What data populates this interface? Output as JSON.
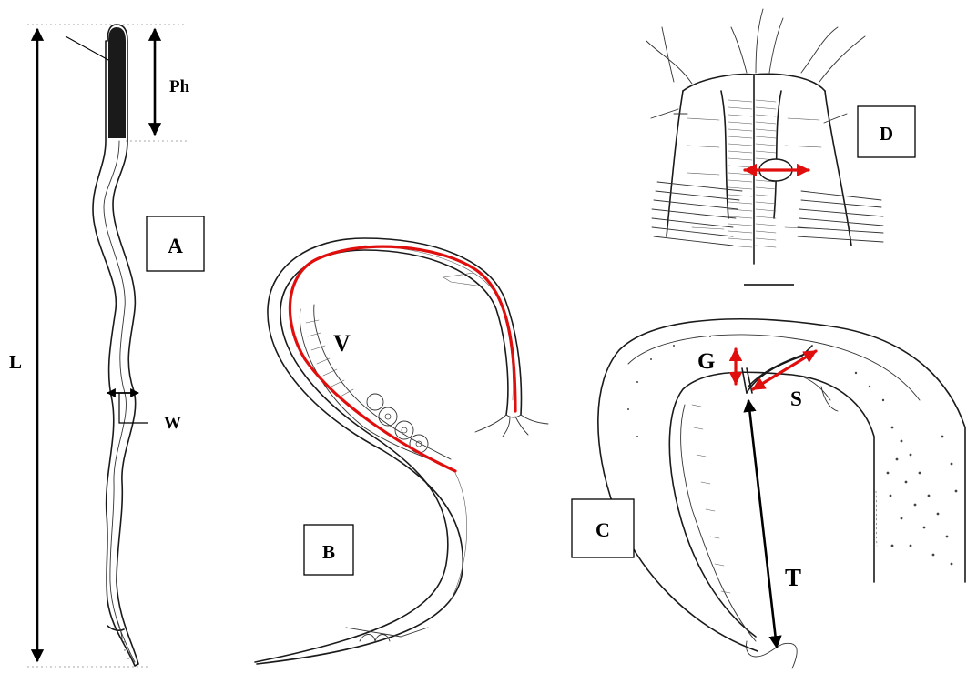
{
  "panels": {
    "a": {
      "label": "A",
      "measures": {
        "length": "L",
        "pharynx": "Ph",
        "width": "W"
      }
    },
    "b": {
      "label": "B",
      "measures": {
        "vulva": "V"
      }
    },
    "c": {
      "label": "C",
      "measures": {
        "gubernaculum": "G",
        "spicule": "S",
        "tail": "T"
      }
    },
    "d": {
      "label": "D"
    }
  },
  "colors": {
    "annotation_red": "#e10e0e",
    "annotation_black": "#000000",
    "ink": "#1a1a1a",
    "pharynx_fill": "#1a1a1a"
  }
}
